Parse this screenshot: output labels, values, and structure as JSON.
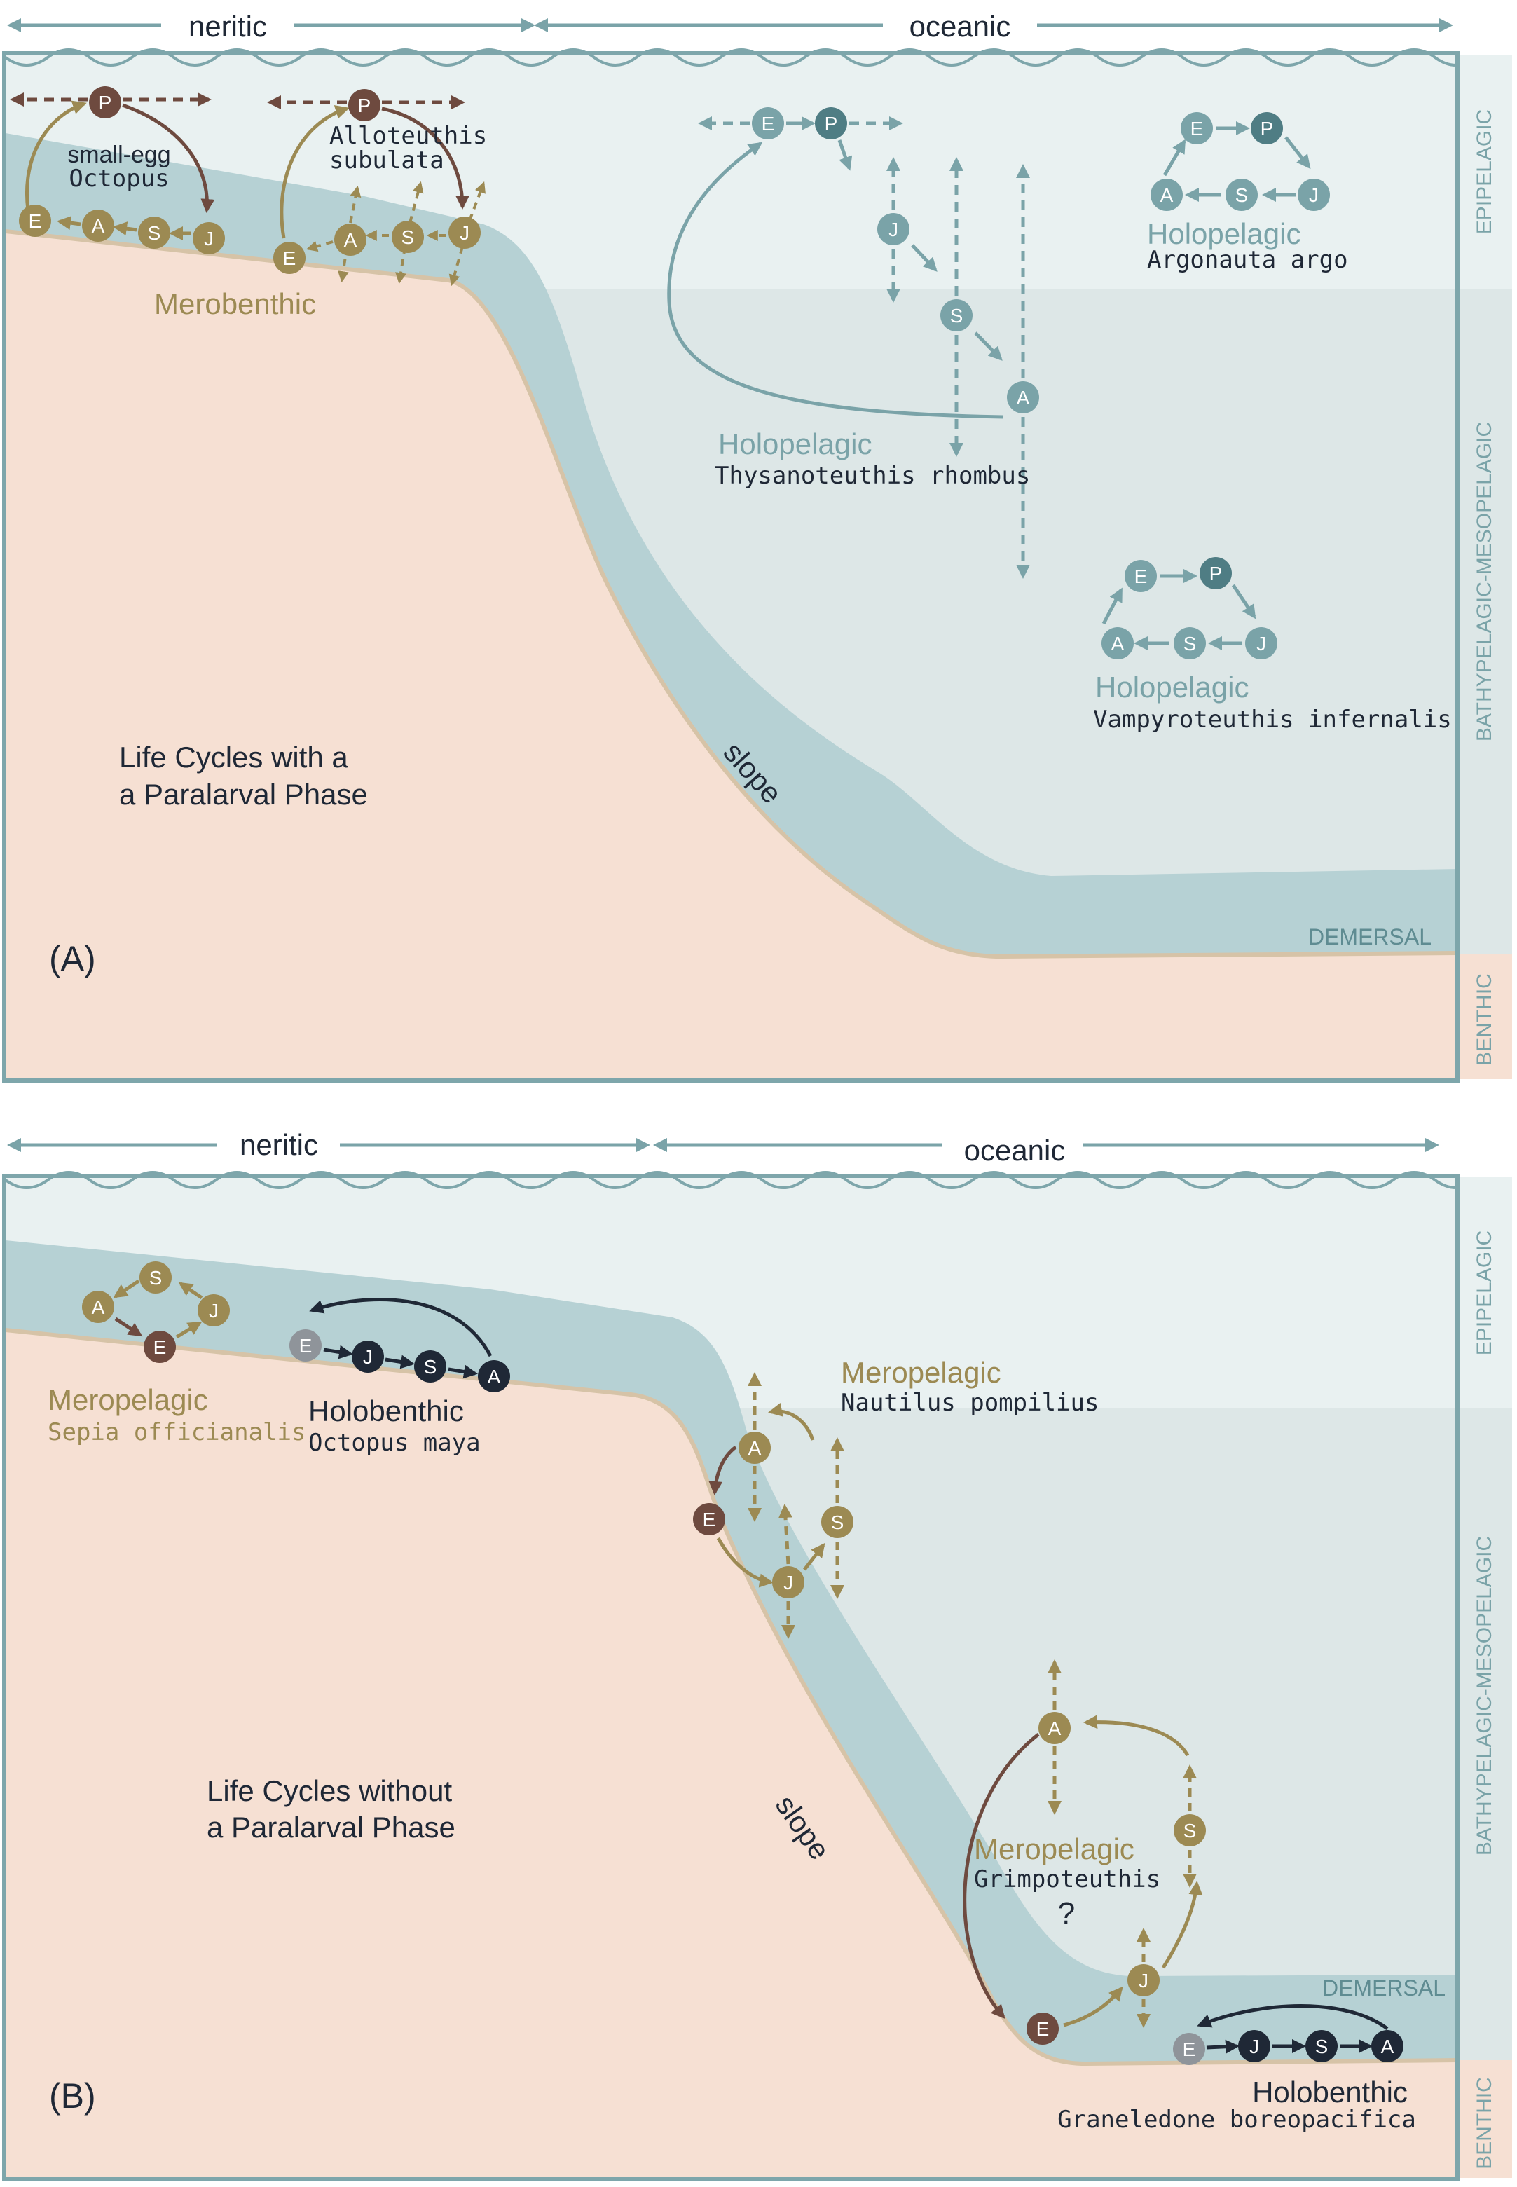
{
  "colors": {
    "epipelagic": "#e9f1f1",
    "mesopelagic": "#dde7e7",
    "demersal": "#b6d1d4",
    "benthic": "#f6e0d3",
    "frame": "#7ea6ab",
    "teal": "#7aa3a8",
    "teal_dark": "#4f7d84",
    "gold": "#9c8a53",
    "brown": "#6e4a3f",
    "navy": "#1f2836",
    "grey": "#8f949a"
  },
  "panel_a": {
    "neritic": "neritic",
    "oceanic": "oceanic",
    "zones": {
      "epipelagic": "EPIPELAGIC",
      "bathy": "BATHYPELAGIC-MESOPELAGIC",
      "benthic": "BENTHIC",
      "demersal": "DEMERSAL"
    },
    "panel_label": "(A)",
    "slope": "slope",
    "caption_line1": "Life Cycles with a",
    "caption_line2": "a Paralarval Phase",
    "merobenthic": "Merobenthic",
    "octopus_line1": "small-egg",
    "octopus_line2": "Octopus",
    "alloteuthis_line1": "Alloteuthis",
    "alloteuthis_line2": "subulata",
    "holo1": "Holopelagic",
    "holo1_species": "Thysanoteuthis rhombus",
    "holo2": "Holopelagic",
    "holo2_species": "Argonauta argo",
    "holo3": "Holopelagic",
    "holo3_species": "Vampyroteuthis infernalis"
  },
  "panel_b": {
    "neritic": "neritic",
    "oceanic": "oceanic",
    "zones": {
      "epipelagic": "EPIPELAGIC",
      "bathy": "BATHYPELAGIC-MESOPELAGIC",
      "benthic": "BENTHIC",
      "demersal": "DEMERSAL"
    },
    "panel_label": "(B)",
    "slope": "slope",
    "caption_line1": "Life Cycles without",
    "caption_line2": "a Paralarval Phase",
    "meropelagic1": "Meropelagic",
    "meropelagic1_species": "Sepia officianalis",
    "holobenthic1": "Holobenthic",
    "holobenthic1_species": "Octopus maya",
    "meropelagic2": "Meropelagic",
    "meropelagic2_species": "Nautilus pompilius",
    "meropelagic3": "Meropelagic",
    "meropelagic3_species": "Grimpoteuthis",
    "question": "?",
    "holobenthic2": "Holobenthic",
    "holobenthic2_species": "Graneledone boreopacifica"
  },
  "stages": {
    "E": "E",
    "P": "P",
    "J": "J",
    "S": "S",
    "A": "A"
  }
}
